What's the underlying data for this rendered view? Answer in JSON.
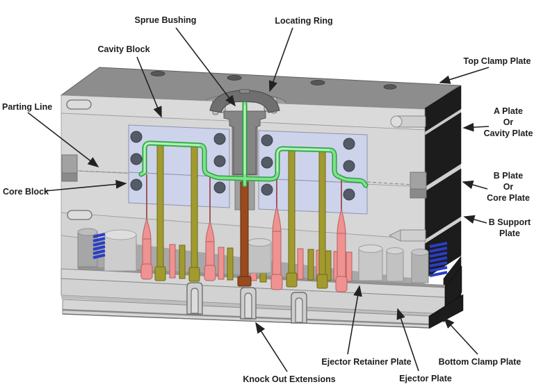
{
  "diagram": {
    "subject": "injection-mold-cross-section"
  },
  "labels": {
    "sprue_bushing": "Sprue Bushing",
    "locating_ring": "Locating Ring",
    "cavity_block": "Cavity Block",
    "top_clamp_plate": "Top Clamp Plate",
    "parting_line": "Parting Line",
    "a_plate_line1": "A Plate",
    "a_plate_line2": "Or",
    "a_plate_line3": "Cavity Plate",
    "core_block": "Core Block",
    "b_plate_line1": "B Plate",
    "b_plate_line2": "Or",
    "b_plate_line3": "Core Plate",
    "b_support_line1": "B Support",
    "b_support_line2": "Plate",
    "ejector_retainer_plate": "Ejector Retainer Plate",
    "ejector_plate": "Ejector Plate",
    "bottom_clamp_plate": "Bottom Clamp Plate",
    "knock_out_extensions": "Knock Out Extensions"
  },
  "colors": {
    "part_green": "#7ce389",
    "part_green_dark": "#2f9e44",
    "part_green_light": "#cff5cf",
    "pin_olive": "#a19a2f",
    "pin_salmon": "#ef9292",
    "sprue_brown": "#9a4a1c",
    "spring_blue": "#2a3ec4",
    "insert_lavender": "#cdd3ea",
    "hole_gray": "#545a66",
    "side_dark": "#1c1c1c",
    "plate_light": "#d7d7d7",
    "top_face_gray": "#8d8d8d"
  }
}
